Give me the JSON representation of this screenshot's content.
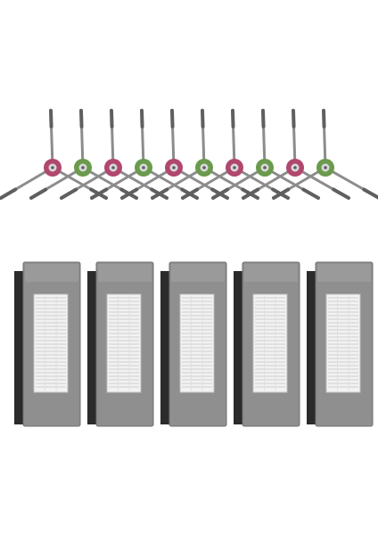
{
  "scene": {
    "background": "#ffffff",
    "subject": "robot-vacuum-accessory-kit"
  },
  "colors": {
    "arm": "#8c8c8c",
    "arm_dark": "#5f5f5f",
    "hub_pink": "#b0476e",
    "hub_green": "#6a9a4c",
    "hub_center": "#d9d9d9",
    "filter_frame": "#8f8f8f",
    "filter_frame_edge": "#6f6f6f",
    "filter_media": "#f2f2f2",
    "filter_pleat": "#cfcfcf",
    "sponge": "#2b2b2b"
  },
  "side_brushes": [
    {
      "hub_color": "pink"
    },
    {
      "hub_color": "green"
    },
    {
      "hub_color": "pink"
    },
    {
      "hub_color": "green"
    },
    {
      "hub_color": "pink"
    },
    {
      "hub_color": "green"
    },
    {
      "hub_color": "pink"
    },
    {
      "hub_color": "green"
    },
    {
      "hub_color": "pink"
    },
    {
      "hub_color": "green"
    }
  ],
  "filters": [
    {
      "type": "hepa-with-sponge"
    },
    {
      "type": "hepa-with-sponge"
    },
    {
      "type": "hepa-with-sponge"
    },
    {
      "type": "hepa-with-sponge"
    },
    {
      "type": "hepa-with-sponge"
    }
  ]
}
